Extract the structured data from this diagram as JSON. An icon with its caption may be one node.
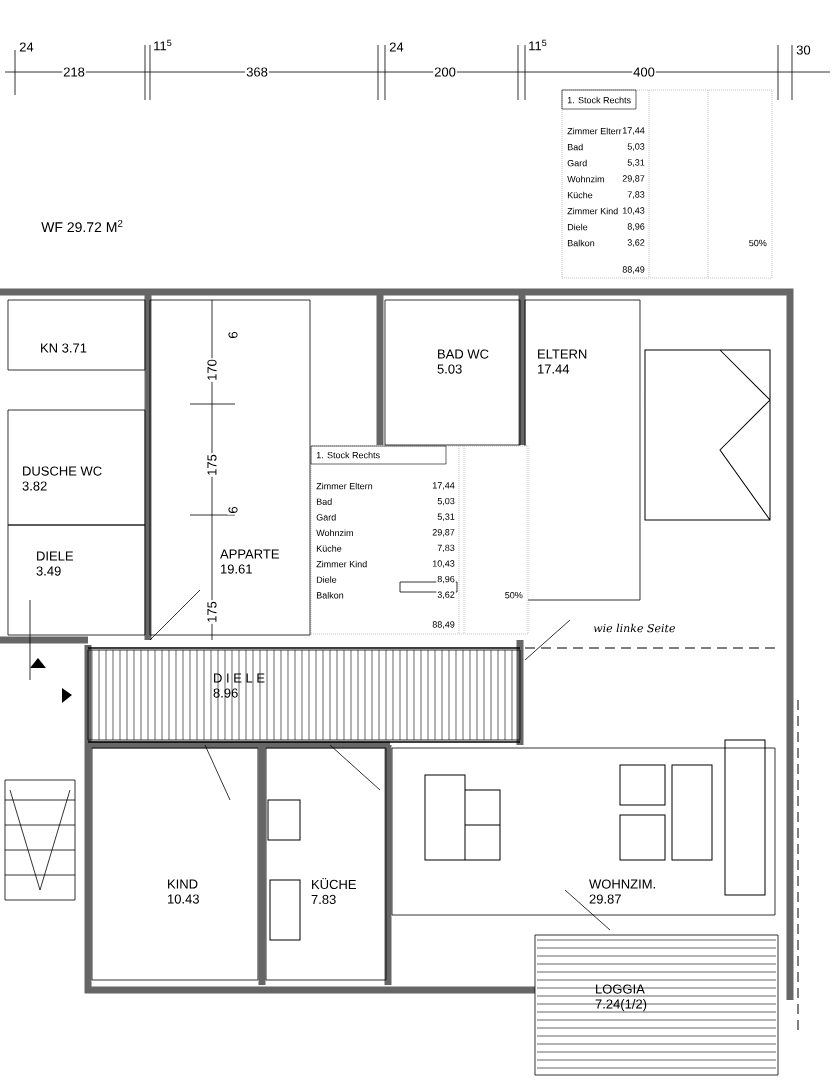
{
  "diagram": {
    "nodes": [
      {
        "text": [
          "KN 3.71"
        ]
      },
      {
        "text": [
          "DUSCHE WC",
          "3.82"
        ]
      },
      {
        "text": [
          "DIELE",
          "3.49"
        ]
      },
      {
        "text": [
          "APPARTE",
          "19.61"
        ]
      },
      {
        "text": [
          "BAD WC",
          "5.03"
        ]
      },
      {
        "text": [
          "ELTERN",
          "17.44"
        ]
      },
      {
        "text": [
          "D I E L E",
          "8.96"
        ]
      },
      {
        "text": [
          "KIND",
          "10.43"
        ]
      },
      {
        "text": [
          "KÜCHE",
          "7.83"
        ]
      },
      {
        "text": [
          "WOHNZIM.",
          "29.87"
        ]
      },
      {
        "text": [
          "LOGGIA",
          "7.24(1/2)"
        ]
      }
    ],
    "labels": [
      "24",
      "11$^{5}$",
      "24",
      "11$^{5}$",
      "30",
      "218",
      "368",
      "200",
      "400",
      "1. Stock Rechts",
      "Zimmer Eltern",
      "17,44",
      "Bad",
      "5,03",
      "Gard",
      "5,31",
      "Wohnzim",
      "29,87",
      "Küche",
      "7,83",
      "Zimmer Kind",
      "10,43",
      "Diele",
      "8,96",
      "Balkon",
      "3,62",
      "50%",
      "88,49",
      "WF 29.72 M$^{2}$",
      "170",
      "6",
      "175",
      "6",
      "175",
      "1. Stock Rechts",
      "Zimmer Eltern",
      "17,44",
      "Bad",
      "5,03",
      "Gard",
      "5,31",
      "Wohnzim",
      "29,87",
      "Küche",
      "7,83",
      "Zimmer Kind",
      "10,43",
      "Diele",
      "8,96",
      "Balkon",
      "3,62",
      "50%",
      "88,49",
      "wie linke Seite"
    ]
  }
}
